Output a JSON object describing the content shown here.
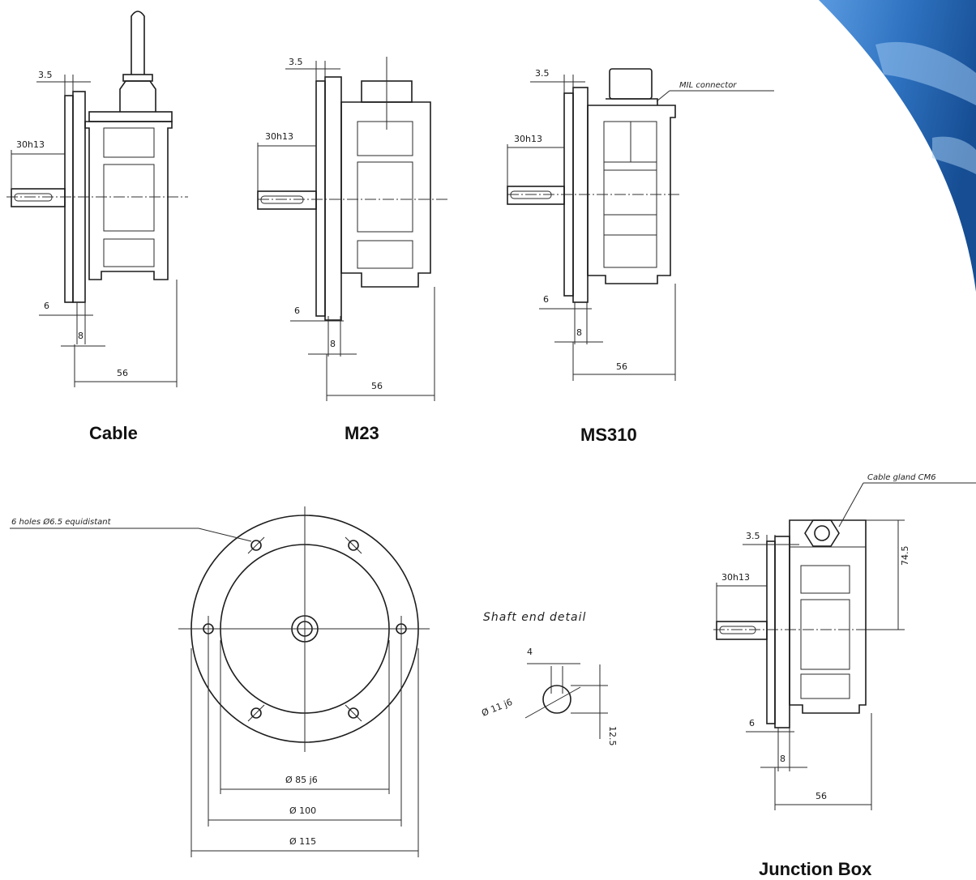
{
  "views": {
    "cable": {
      "caption": "Cable",
      "dims": {
        "flange": "3.5",
        "shaft": "30h13",
        "d6": "6",
        "d8": "8",
        "length": "56"
      }
    },
    "m23": {
      "caption": "M23",
      "dims": {
        "flange": "3.5",
        "shaft": "30h13",
        "d6": "6",
        "d8": "8",
        "length": "56"
      }
    },
    "ms310": {
      "caption": "MS310",
      "note": "MIL connector",
      "dims": {
        "flange": "3.5",
        "shaft": "30h13",
        "d6": "6",
        "d8": "8",
        "length": "56"
      }
    },
    "front": {
      "holes_note": "6 holes Ø6.5 equidistant",
      "d_inner": "Ø 85 j6",
      "d_mid": "Ø 100",
      "d_outer": "Ø 115"
    },
    "shaft_detail": {
      "title": "Shaft end detail",
      "key_width": "4",
      "diameter": "Ø 11 j6",
      "depth": "12.5"
    },
    "junction": {
      "caption": "Junction Box",
      "note": "Cable gland CM6",
      "dims": {
        "flange": "3.5",
        "shaft": "30h13",
        "height": "74.5",
        "d6": "6",
        "d8": "8",
        "length": "56"
      }
    }
  },
  "colors": {
    "ink": "#1d1d1d",
    "swoosh_dark": "#1c5fa8",
    "swoosh_light": "#7fb4e6"
  }
}
